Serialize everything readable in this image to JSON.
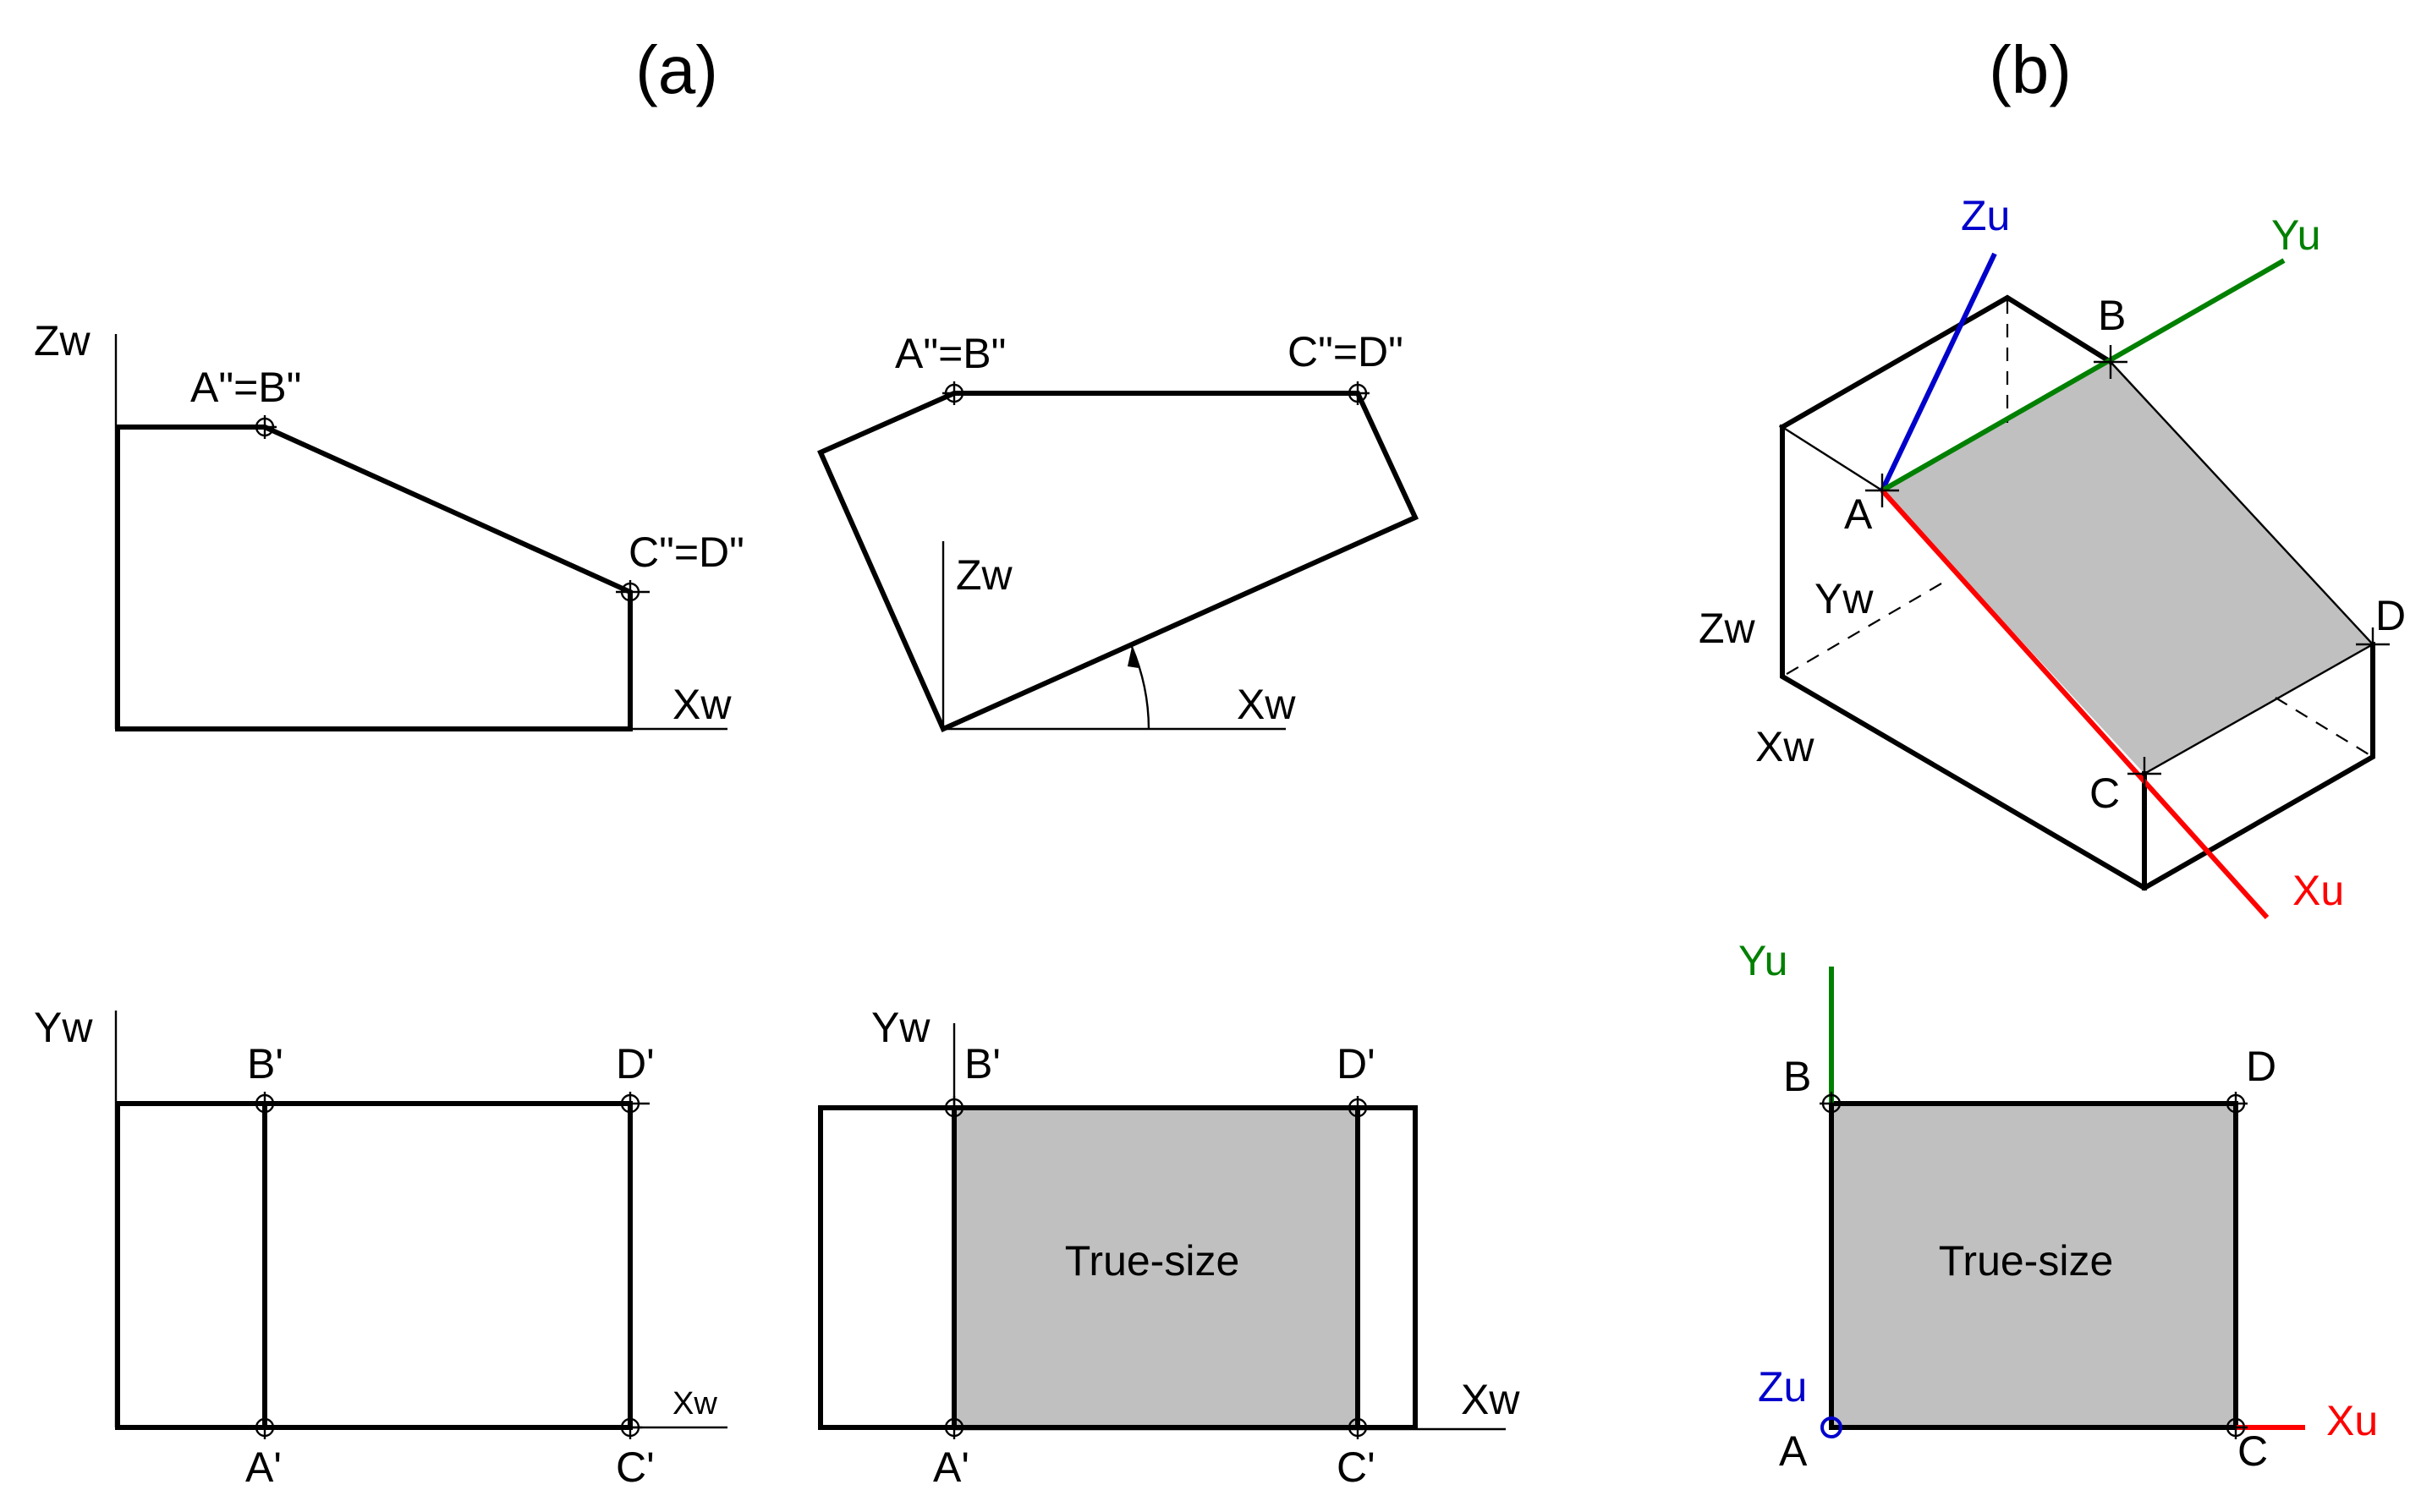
{
  "panel_a": {
    "title": "(a)",
    "front_view": {
      "axis_z": "Zw",
      "axis_x": "Xw",
      "point_top": "A\"=B\"",
      "point_right": "C\"=D\""
    },
    "front_view_rotated": {
      "axis_z": "Zw",
      "axis_x": "Xw",
      "point_left": "A\"=B\"",
      "point_right": "C\"=D\""
    },
    "top_view": {
      "axis_y": "Yw",
      "axis_x": "Xw",
      "pt_b": "B'",
      "pt_d": "D'",
      "pt_a": "A'",
      "pt_c": "C'"
    },
    "top_view_auxiliary": {
      "axis_y": "Yw",
      "axis_x": "Xw",
      "pt_b": "B'",
      "pt_d": "D'",
      "pt_a": "A'",
      "pt_c": "C'",
      "face_label": "True-size"
    }
  },
  "panel_b": {
    "title": "(b)",
    "isometric": {
      "axis_zu": "Zu",
      "axis_yu": "Yu",
      "axis_xu": "Xu",
      "axis_zw": "Zw",
      "axis_yw": "Yw",
      "axis_xw": "Xw",
      "pt_a": "A",
      "pt_b": "B",
      "pt_c": "C",
      "pt_d": "D"
    },
    "true_view": {
      "axis_yu": "Yu",
      "axis_zu": "Zu",
      "axis_xu": "Xu",
      "pt_a": "A",
      "pt_b": "B",
      "pt_c": "C",
      "pt_d": "D",
      "face_label": "True-size"
    }
  },
  "colors": {
    "axis_x": "#ff0000",
    "axis_y": "#008000",
    "axis_z": "#0000cc",
    "face": "#c0c0c0",
    "line": "#000000"
  }
}
